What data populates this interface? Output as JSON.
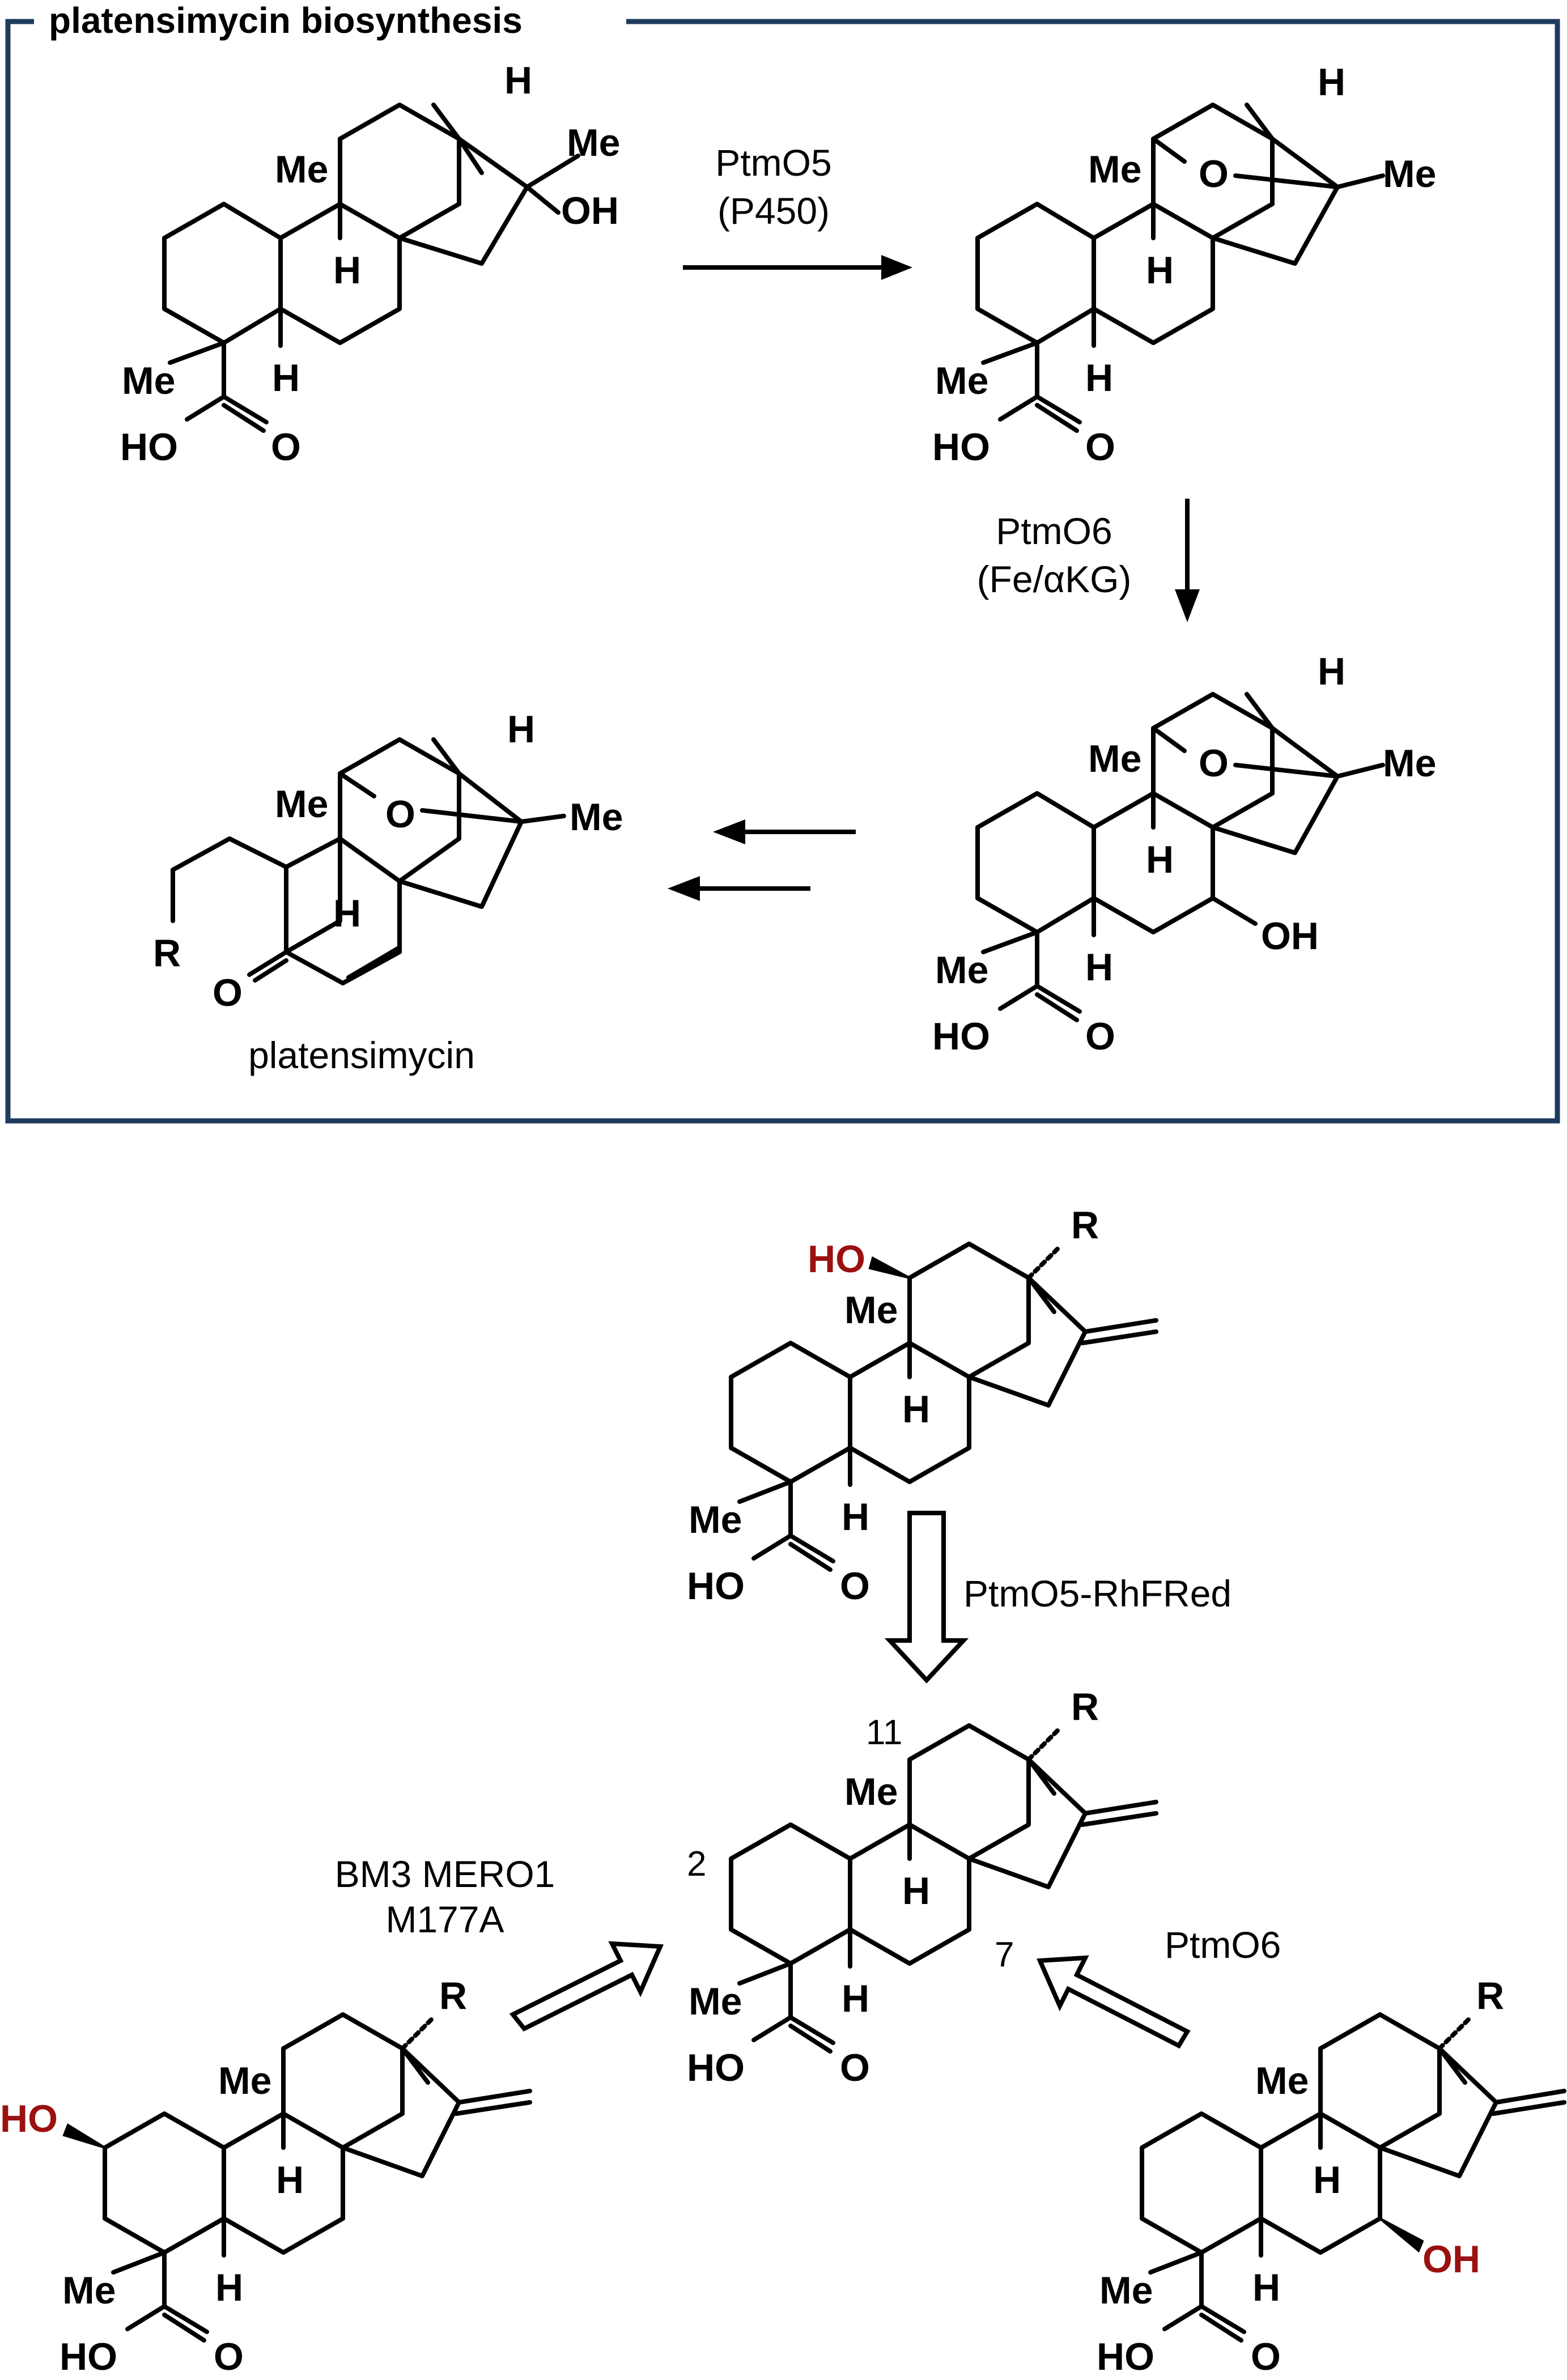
{
  "box": {
    "title": "platensimycin biosynthesis",
    "border_color": "#1f3b5e"
  },
  "colors": {
    "highlight": "#9b1010",
    "ink": "#000000"
  },
  "atoms": {
    "me": "Me",
    "h": "H",
    "oh": "OH",
    "ho": "HO",
    "o": "O",
    "r": "R"
  },
  "steps": {
    "ptmo5_line1": "PtmO5",
    "ptmo5_line2": "(P450)",
    "ptmo6_line1": "PtmO6",
    "ptmo6_line2": "(Fe/αKG)",
    "fusion": "PtmO5-RhFRed",
    "bm3_line1": "BM3 MERO1",
    "bm3_line2": "M177A",
    "ptmo6": "PtmO6"
  },
  "product_name": "platensimycin",
  "positions": {
    "c11": "11",
    "c2": "2",
    "c7": "7"
  }
}
